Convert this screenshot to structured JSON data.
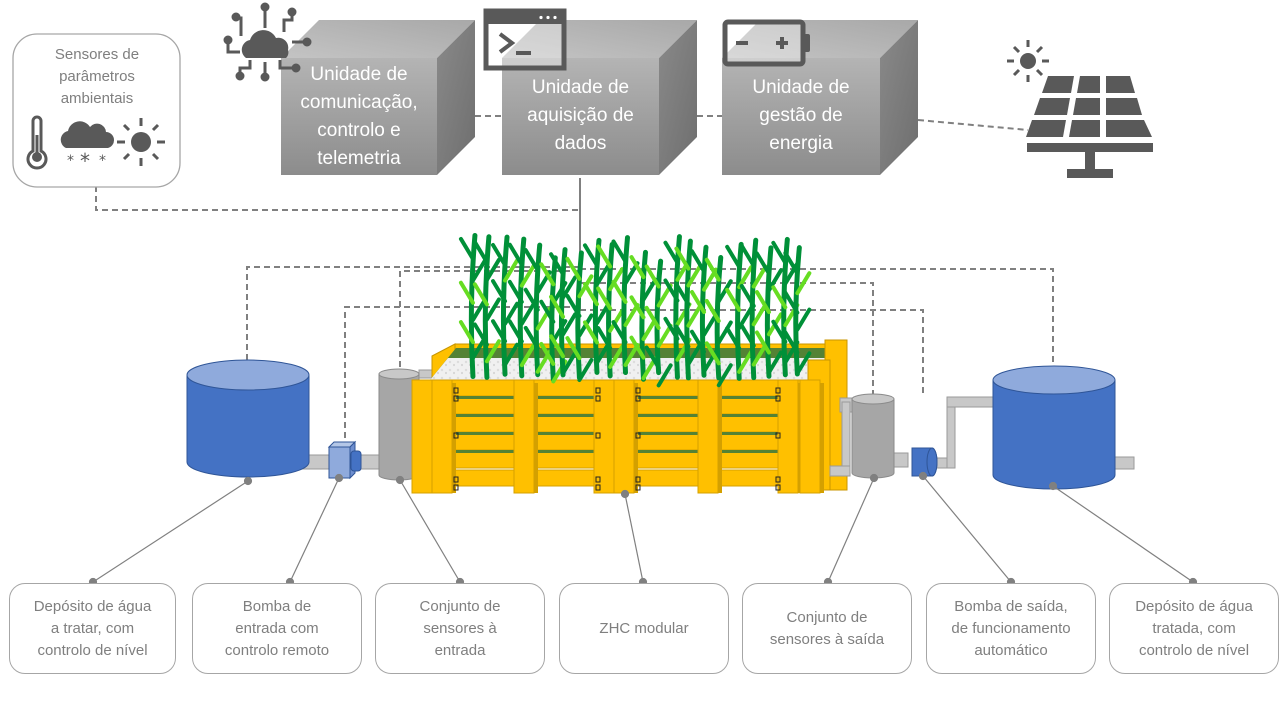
{
  "diagram": {
    "top_units": [
      {
        "id": "comm",
        "label": "Unidade de comunicação, controlo e telemetria",
        "lines": [
          "Unidade de",
          "comunicação,",
          "controlo e",
          "telemetria"
        ],
        "icon": "cloud-network-icon"
      },
      {
        "id": "acq",
        "label": "Unidade de aquisição de dados",
        "lines": [
          "Unidade de",
          "aquisição de",
          "dados"
        ],
        "icon": "terminal-window-icon"
      },
      {
        "id": "energy",
        "label": "Unidade de gestão de energia",
        "lines": [
          "Unidade de",
          "gestão de",
          "energia"
        ],
        "icon": "battery-icon"
      }
    ],
    "env_sensors": {
      "lines": [
        "Sensores de",
        "parâmetros",
        "ambientais"
      ],
      "icons": [
        "thermometer-icon",
        "snow-cloud-icon",
        "sun-icon"
      ]
    },
    "solar": {
      "icons": [
        "sun-icon",
        "solar-panel-icon"
      ]
    },
    "components": [
      {
        "id": "tank-in",
        "lines": [
          "Depósito de água",
          "a tratar, com",
          "controlo de nível"
        ]
      },
      {
        "id": "pump-in",
        "lines": [
          "Bomba de",
          "entrada com",
          "controlo remoto"
        ]
      },
      {
        "id": "sensors-in",
        "lines": [
          "Conjunto de",
          "sensores à",
          "entrada"
        ]
      },
      {
        "id": "zhc",
        "lines": [
          "ZHC modular"
        ]
      },
      {
        "id": "sensors-out",
        "lines": [
          "Conjunto de",
          "sensores à saída"
        ]
      },
      {
        "id": "pump-out",
        "lines": [
          "Bomba de saída,",
          "de funcionamento",
          "automático"
        ]
      },
      {
        "id": "tank-out",
        "lines": [
          "Depósito de água",
          "tratada, com",
          "controlo de nível"
        ]
      }
    ],
    "colors": {
      "tank_blue": "#4472c4",
      "tank_top": "#8faadc",
      "wood_yellow": "#ffc000",
      "wood_edge": "#d4a000",
      "gray_block": "#9a9a9a",
      "icon_gray": "#595959",
      "line_gray": "#808080",
      "plant_dark": "#009038",
      "plant_light": "#66dd22"
    }
  }
}
